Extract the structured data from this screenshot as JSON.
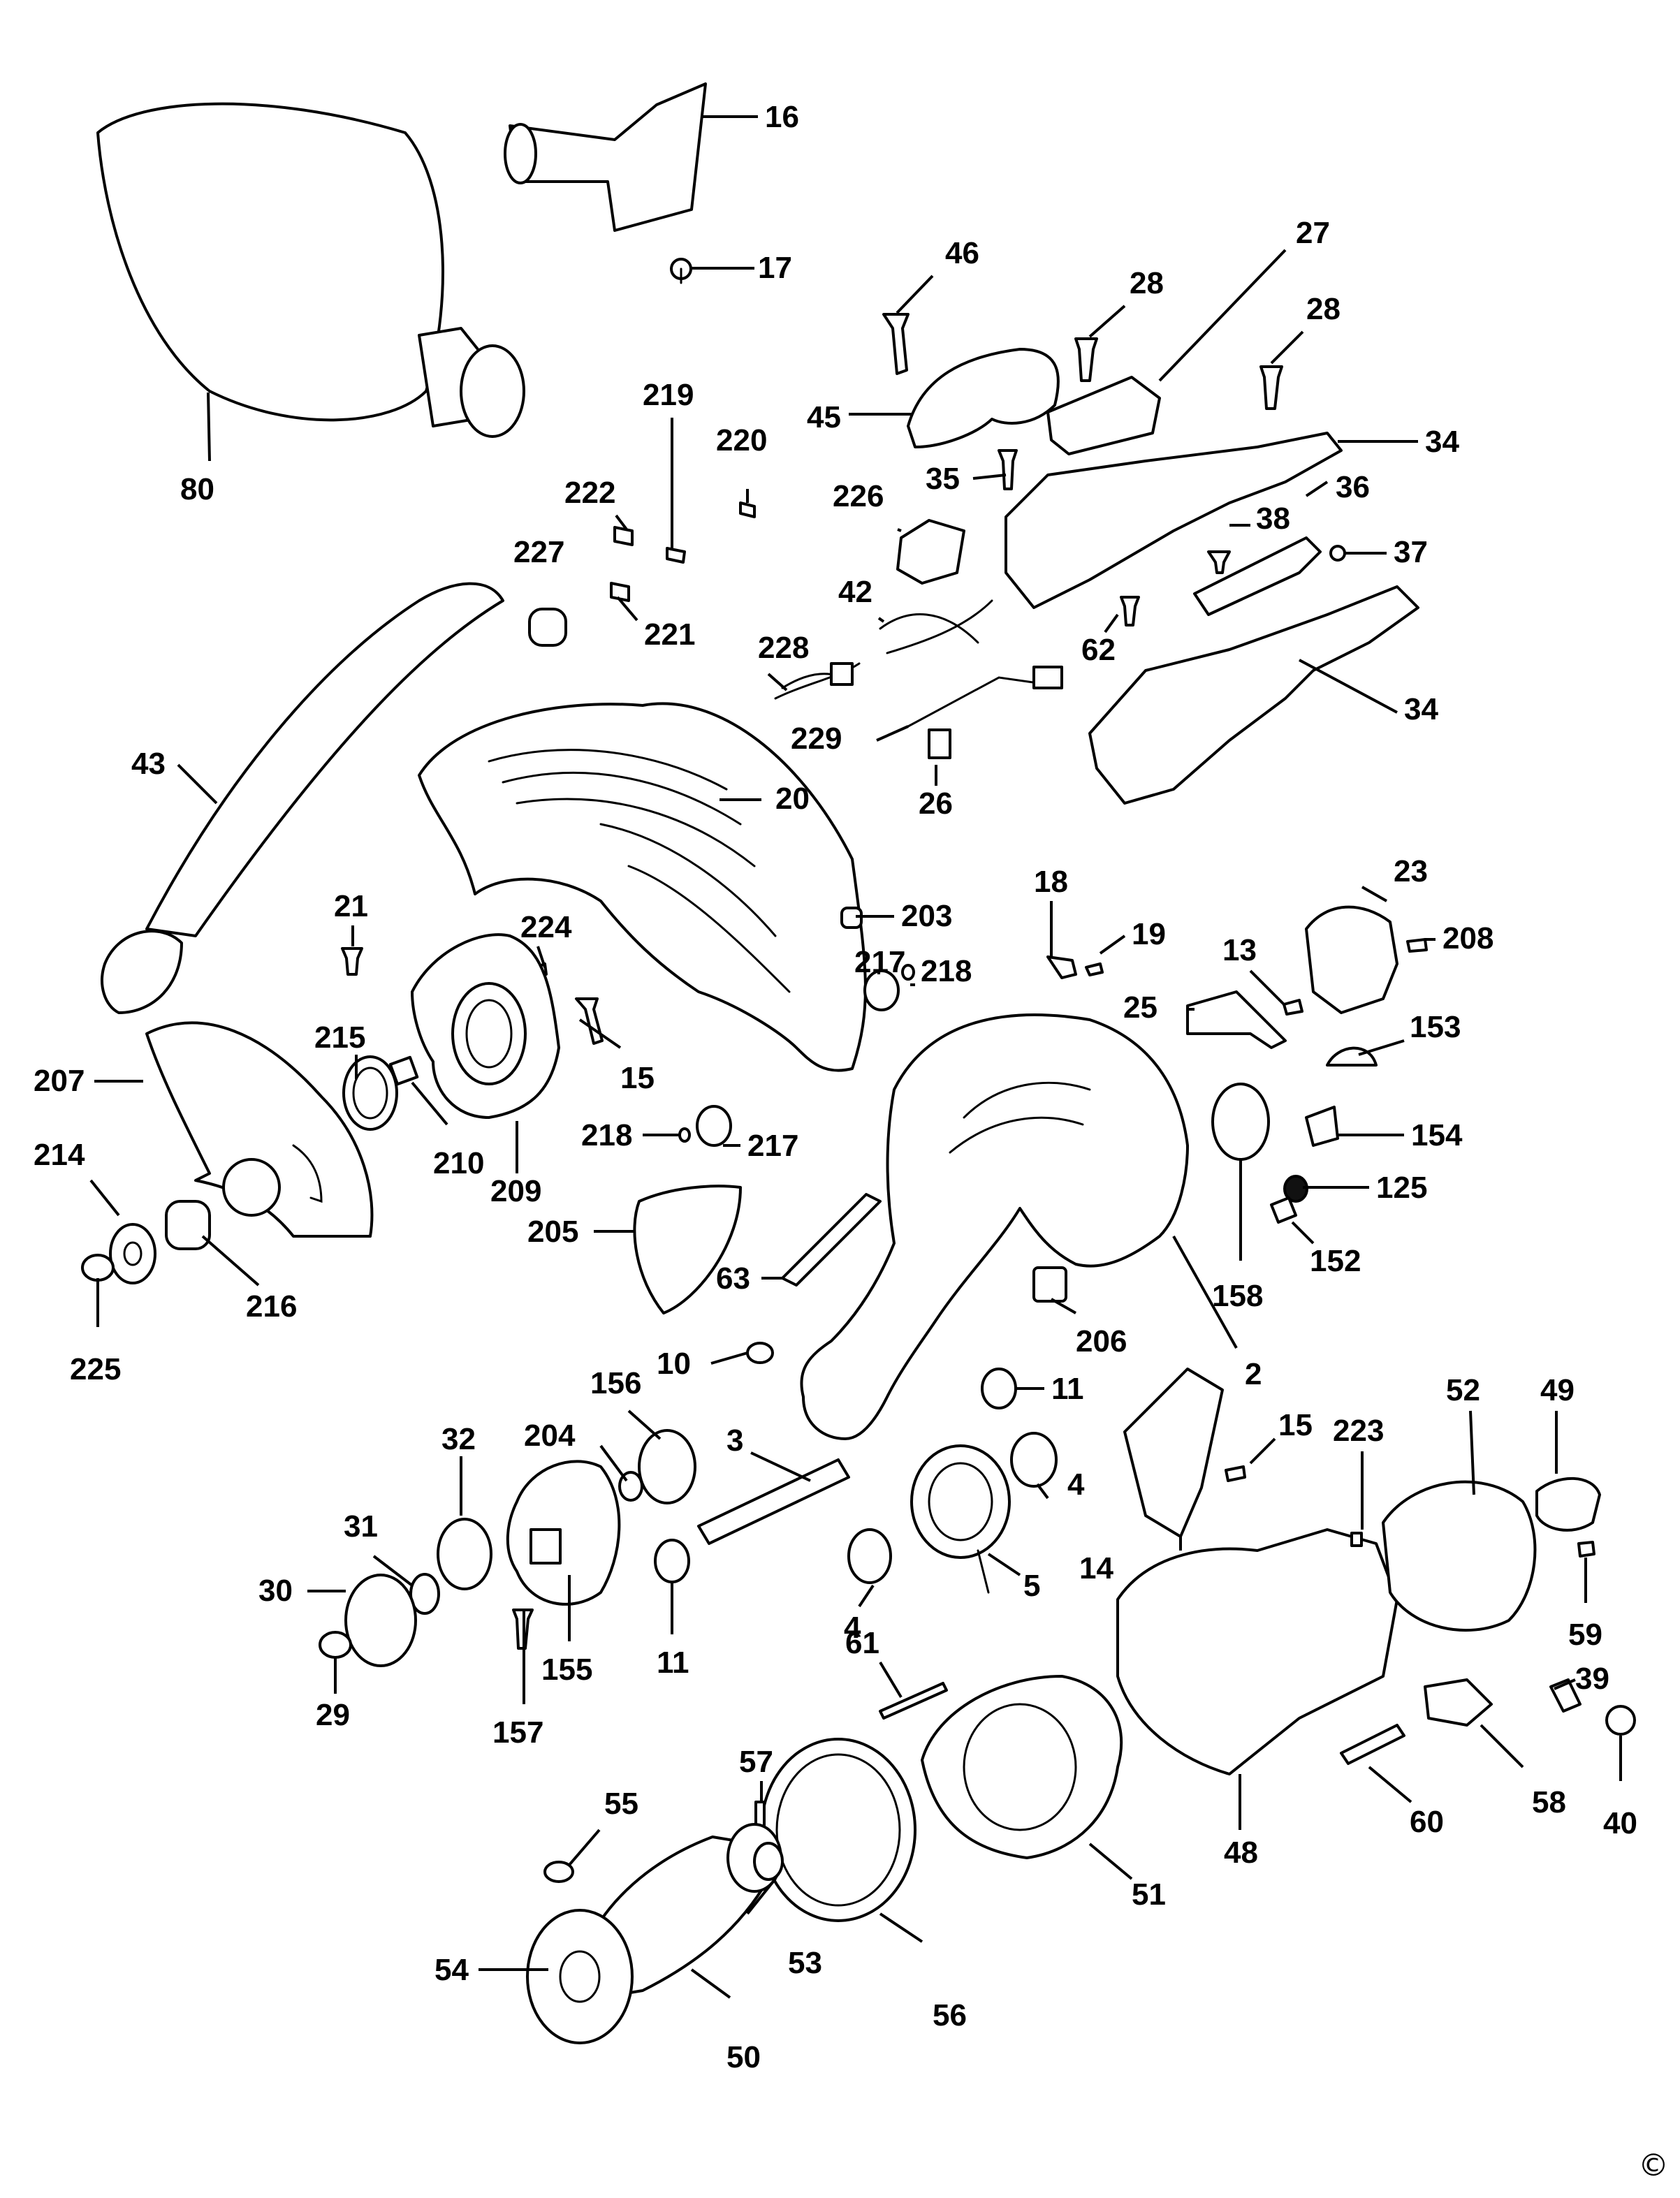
{
  "copyright_symbol": "©",
  "labels": [
    {
      "id": "80",
      "text": "80"
    },
    {
      "id": "16",
      "text": "16"
    },
    {
      "id": "17",
      "text": "17"
    },
    {
      "id": "46",
      "text": "46"
    },
    {
      "id": "27",
      "text": "27"
    },
    {
      "id": "28a",
      "text": "28"
    },
    {
      "id": "28b",
      "text": "28"
    },
    {
      "id": "45",
      "text": "45"
    },
    {
      "id": "34a",
      "text": "34"
    },
    {
      "id": "219",
      "text": "219"
    },
    {
      "id": "220",
      "text": "220"
    },
    {
      "id": "222",
      "text": "222"
    },
    {
      "id": "226",
      "text": "226"
    },
    {
      "id": "35",
      "text": "35"
    },
    {
      "id": "36",
      "text": "36"
    },
    {
      "id": "38",
      "text": "38"
    },
    {
      "id": "37",
      "text": "37"
    },
    {
      "id": "227",
      "text": "227"
    },
    {
      "id": "221",
      "text": "221"
    },
    {
      "id": "42",
      "text": "42"
    },
    {
      "id": "62",
      "text": "62"
    },
    {
      "id": "228",
      "text": "228"
    },
    {
      "id": "34b",
      "text": "34"
    },
    {
      "id": "229",
      "text": "229"
    },
    {
      "id": "43",
      "text": "43"
    },
    {
      "id": "20",
      "text": "20"
    },
    {
      "id": "26",
      "text": "26"
    },
    {
      "id": "18",
      "text": "18"
    },
    {
      "id": "23",
      "text": "23"
    },
    {
      "id": "21",
      "text": "21"
    },
    {
      "id": "224",
      "text": "224"
    },
    {
      "id": "203",
      "text": "203"
    },
    {
      "id": "19",
      "text": "19"
    },
    {
      "id": "208",
      "text": "208"
    },
    {
      "id": "217a",
      "text": "217"
    },
    {
      "id": "218a",
      "text": "218"
    },
    {
      "id": "25",
      "text": "25"
    },
    {
      "id": "13",
      "text": "13"
    },
    {
      "id": "215",
      "text": "215"
    },
    {
      "id": "153",
      "text": "153"
    },
    {
      "id": "207",
      "text": "207"
    },
    {
      "id": "15a",
      "text": "15"
    },
    {
      "id": "154",
      "text": "154"
    },
    {
      "id": "210",
      "text": "210"
    },
    {
      "id": "218b",
      "text": "218"
    },
    {
      "id": "217b",
      "text": "217"
    },
    {
      "id": "214",
      "text": "214"
    },
    {
      "id": "209",
      "text": "209"
    },
    {
      "id": "125",
      "text": "125"
    },
    {
      "id": "205",
      "text": "205"
    },
    {
      "id": "152",
      "text": "152"
    },
    {
      "id": "63",
      "text": "63"
    },
    {
      "id": "158",
      "text": "158"
    },
    {
      "id": "216",
      "text": "216"
    },
    {
      "id": "206",
      "text": "206"
    },
    {
      "id": "225",
      "text": "225"
    },
    {
      "id": "10",
      "text": "10"
    },
    {
      "id": "2",
      "text": "2"
    },
    {
      "id": "11a",
      "text": "11"
    },
    {
      "id": "156",
      "text": "156"
    },
    {
      "id": "49",
      "text": "49"
    },
    {
      "id": "52",
      "text": "52"
    },
    {
      "id": "15b",
      "text": "15"
    },
    {
      "id": "223",
      "text": "223"
    },
    {
      "id": "204",
      "text": "204"
    },
    {
      "id": "3",
      "text": "3"
    },
    {
      "id": "32",
      "text": "32"
    },
    {
      "id": "4a",
      "text": "4"
    },
    {
      "id": "31",
      "text": "31"
    },
    {
      "id": "14",
      "text": "14"
    },
    {
      "id": "5",
      "text": "5"
    },
    {
      "id": "30",
      "text": "30"
    },
    {
      "id": "59",
      "text": "59"
    },
    {
      "id": "4b",
      "text": "4"
    },
    {
      "id": "155",
      "text": "155"
    },
    {
      "id": "11b",
      "text": "11"
    },
    {
      "id": "61",
      "text": "61"
    },
    {
      "id": "39",
      "text": "39"
    },
    {
      "id": "29",
      "text": "29"
    },
    {
      "id": "157",
      "text": "157"
    },
    {
      "id": "57",
      "text": "57"
    },
    {
      "id": "58",
      "text": "58"
    },
    {
      "id": "60",
      "text": "60"
    },
    {
      "id": "40",
      "text": "40"
    },
    {
      "id": "55",
      "text": "55"
    },
    {
      "id": "48",
      "text": "48"
    },
    {
      "id": "51",
      "text": "51"
    },
    {
      "id": "54",
      "text": "54"
    },
    {
      "id": "53",
      "text": "53"
    },
    {
      "id": "56",
      "text": "56"
    },
    {
      "id": "50",
      "text": "50"
    }
  ]
}
